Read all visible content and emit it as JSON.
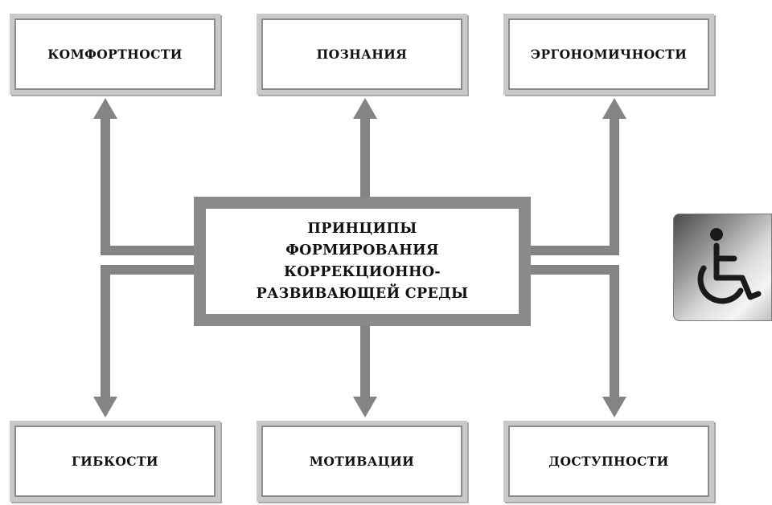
{
  "diagram": {
    "center": {
      "lines": [
        "ПРИНЦИПЫ",
        "ФОРМИРОВАНИЯ",
        "КОРРЕКЦИОННО-",
        "РАЗВИВАЮЩЕЙ СРЕДЫ"
      ]
    },
    "top_boxes": [
      {
        "label": "КОМФОРТНОСТИ"
      },
      {
        "label": "ПОЗНАНИЯ"
      },
      {
        "label": "ЭРГОНОМИЧНОСТИ"
      }
    ],
    "bottom_boxes": [
      {
        "label": "ГИБКОСТИ"
      },
      {
        "label": "МОТИВАЦИИ"
      },
      {
        "label": "ДОСТУПНОСТИ"
      }
    ],
    "accessibility_icon": "wheelchair-icon",
    "colors": {
      "connector": "#848484",
      "box_border": "#c9c9c9",
      "center_border": "#8a8a8a"
    }
  }
}
